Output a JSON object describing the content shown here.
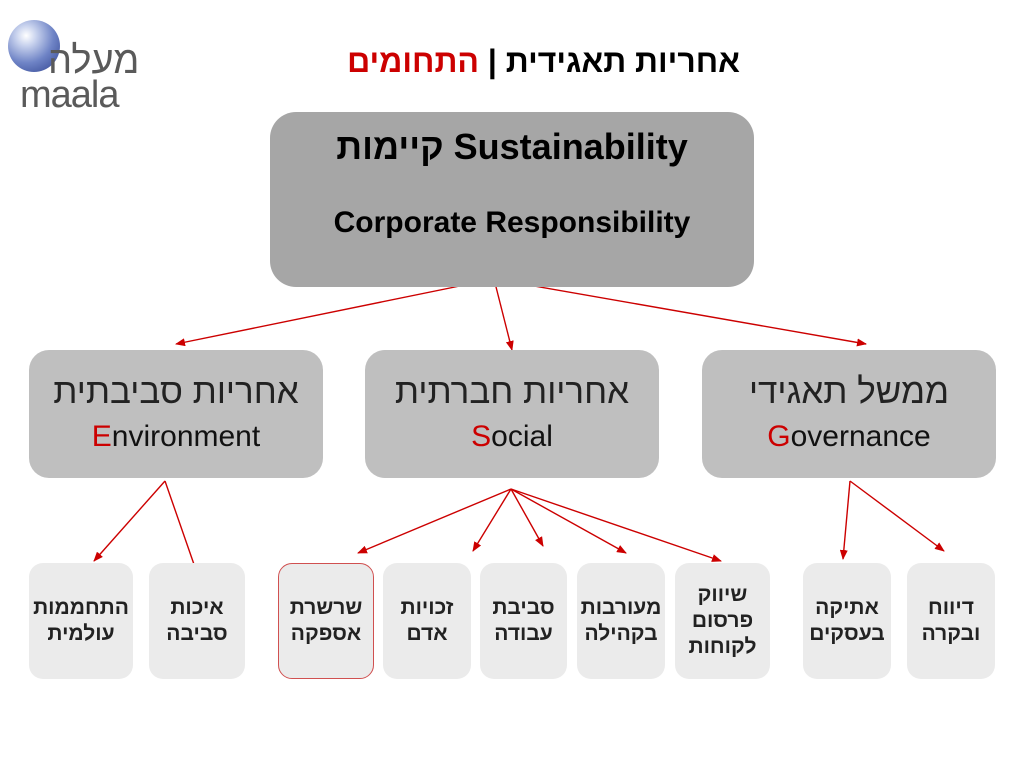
{
  "logo": {
    "hebrew": "מעלה",
    "english": "maala"
  },
  "title": {
    "main": "אחריות תאגידית",
    "separator": " | ",
    "accent": "התחומים"
  },
  "top_box": {
    "line1": "Sustainability קיימות",
    "line2": "Corporate Responsibility"
  },
  "categories": [
    {
      "hebrew": "אחריות סביבתית",
      "initial": "E",
      "rest": "nvironment"
    },
    {
      "hebrew": "אחריות חברתית",
      "initial": "S",
      "rest": "ocial"
    },
    {
      "hebrew": "ממשל תאגידי",
      "initial": "G",
      "rest": "overnance"
    }
  ],
  "leaves": [
    {
      "label": "התחממות\nעולמית"
    },
    {
      "label": "איכות\nסביבה"
    },
    {
      "label": "שרשרת\nאספקה"
    },
    {
      "label": "זכויות\nאדם"
    },
    {
      "label": "סביבת\nעבודה"
    },
    {
      "label": "מעורבות\nבקהילה"
    },
    {
      "label": "שיווק\nפרסום\nלקוחות"
    },
    {
      "label": "אתיקה\nבעסקים"
    },
    {
      "label": "דיווח\nובקרה"
    }
  ],
  "colors": {
    "arrow": "#cc0000",
    "accent": "#cc0000",
    "top_box": "#a6a6a6",
    "mid_box": "#bfbfbf",
    "leaf_box": "#ebebeb"
  }
}
